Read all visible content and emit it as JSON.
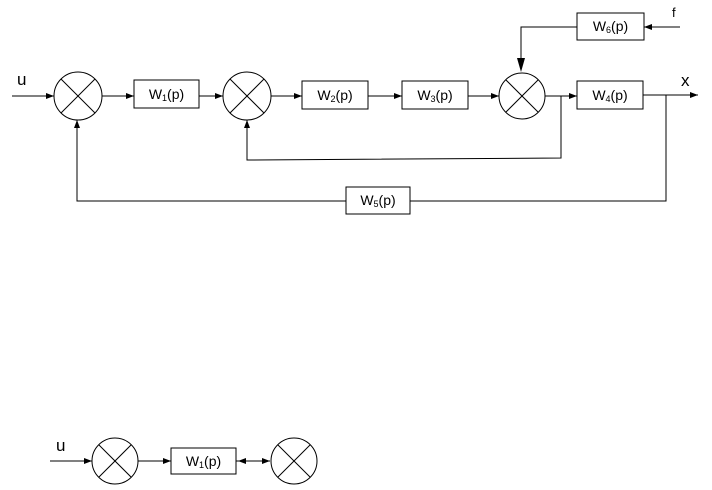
{
  "diagram": {
    "blocks": {
      "w1": {
        "label": "W",
        "sub": "1",
        "suffix": "(p)"
      },
      "w2": {
        "label": "W",
        "sub": "2",
        "suffix": "(p)"
      },
      "w3": {
        "label": "W",
        "sub": "3",
        "suffix": "(p)"
      },
      "w4": {
        "label": "W",
        "sub": "4",
        "suffix": "(p)"
      },
      "w5": {
        "label": "W",
        "sub": "5",
        "suffix": "(p)"
      },
      "w6": {
        "label": "W",
        "sub": "6",
        "suffix": "(p)"
      }
    },
    "signals": {
      "input": "u",
      "output": "x",
      "disturbance": "f"
    }
  },
  "partial_diagram": {
    "block": {
      "label": "W",
      "sub": "1",
      "suffix": "(p)"
    },
    "input": "u"
  }
}
